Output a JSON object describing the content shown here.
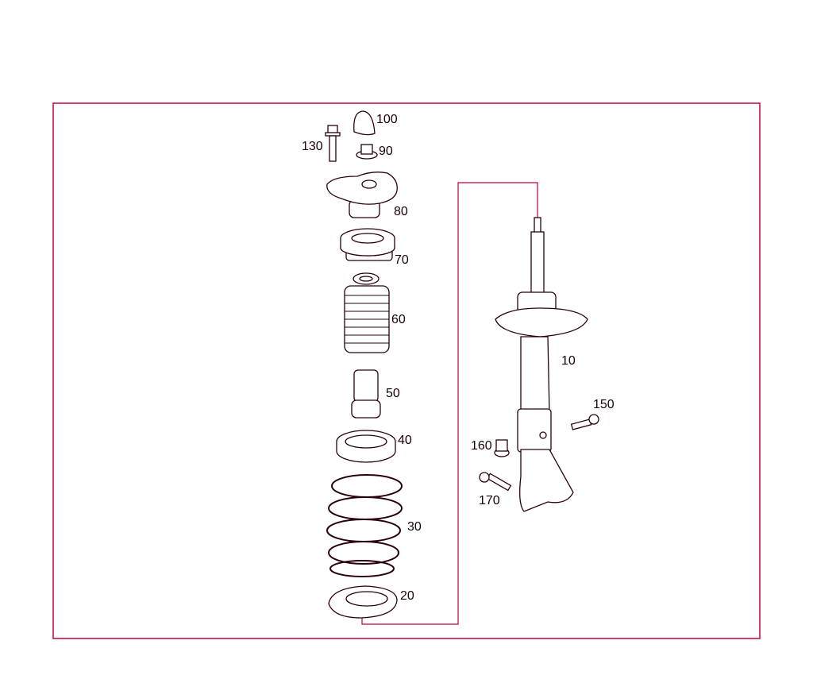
{
  "diagram": {
    "frame_color": "#c0003c",
    "line_color": "#2a0010",
    "parts": [
      {
        "id": "10",
        "label": "10",
        "name": "shock-absorber-strut"
      },
      {
        "id": "20",
        "label": "20",
        "name": "spring-seat-lower"
      },
      {
        "id": "30",
        "label": "30",
        "name": "coil-spring"
      },
      {
        "id": "40",
        "label": "40",
        "name": "spring-pad"
      },
      {
        "id": "50",
        "label": "50",
        "name": "bump-stop"
      },
      {
        "id": "60",
        "label": "60",
        "name": "dust-boot"
      },
      {
        "id": "70",
        "label": "70",
        "name": "spring-seat-upper"
      },
      {
        "id": "80",
        "label": "80",
        "name": "strut-mount"
      },
      {
        "id": "90",
        "label": "90",
        "name": "nut"
      },
      {
        "id": "100",
        "label": "100",
        "name": "cap"
      },
      {
        "id": "130",
        "label": "130",
        "name": "bolt"
      },
      {
        "id": "150",
        "label": "150",
        "name": "bolt"
      },
      {
        "id": "160",
        "label": "160",
        "name": "nut"
      },
      {
        "id": "170",
        "label": "170",
        "name": "bolt"
      }
    ]
  }
}
